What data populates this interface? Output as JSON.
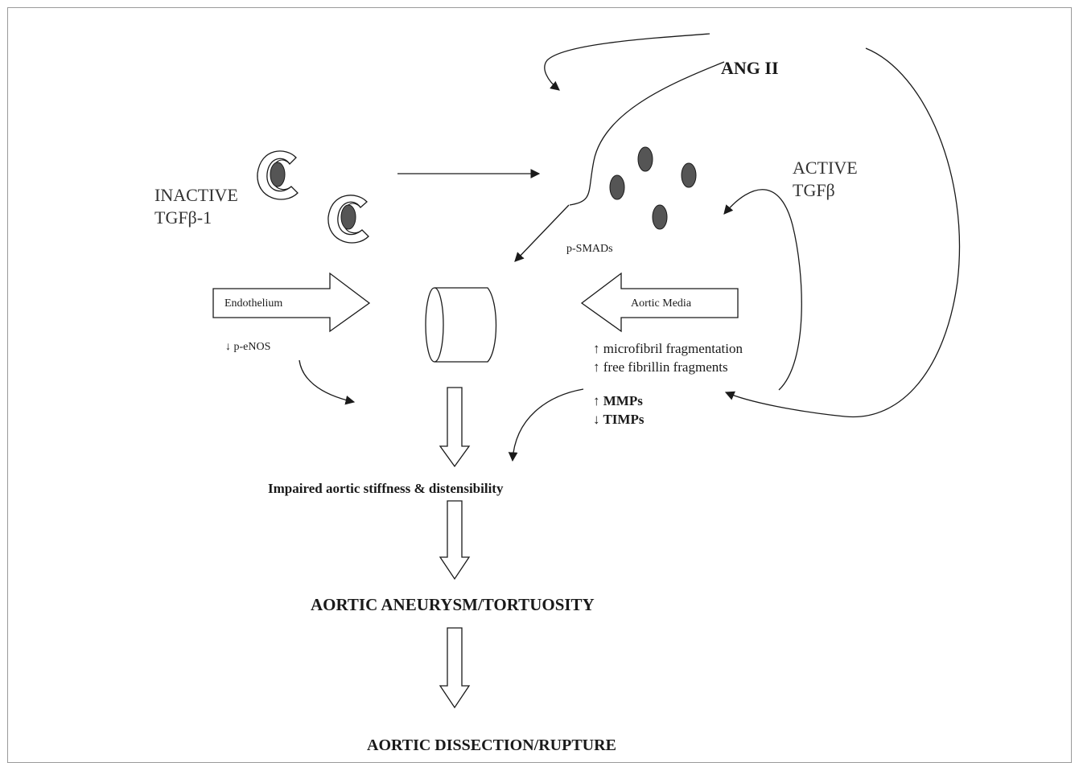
{
  "labels": {
    "ang_ii": "ANG II",
    "inactive": "INACTIVE",
    "tgfb1": "TGFβ-1",
    "active": "ACTIVE",
    "tgfb": "TGFβ",
    "psmads": "p-SMADs",
    "endothelium": "Endothelium",
    "aortic_media": "Aortic Media",
    "peNOS": "↓ p-eNOS",
    "microfibril": "↑ microfibril fragmentation",
    "fibrillin": "↑ free fibrillin fragments",
    "mmps": "↑ MMPs",
    "timps": "↓ TIMPs",
    "impaired": "Impaired aortic stiffness & distensibility",
    "aneurysm": "AORTIC ANEURYSM/TORTUOSITY",
    "dissection": "AORTIC DISSECTION/RUPTURE"
  },
  "colors": {
    "line": "#1a1a1a",
    "fill_dot": "#555555",
    "frame": "#9a9a9a"
  }
}
